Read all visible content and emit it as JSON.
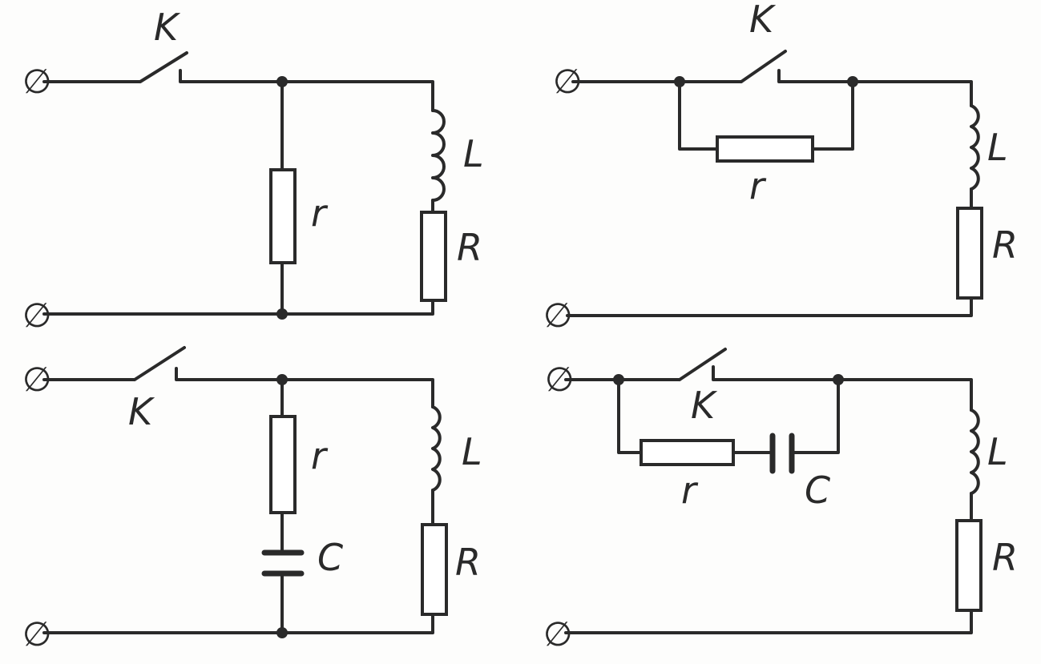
{
  "labels": {
    "switch": "K",
    "inductor": "L",
    "resistor": "R",
    "damping": "r",
    "capacitor": "C",
    "terminal": "∅"
  },
  "colors": {
    "ink": "#2a2a2a",
    "paper": "#fdfdfc"
  }
}
